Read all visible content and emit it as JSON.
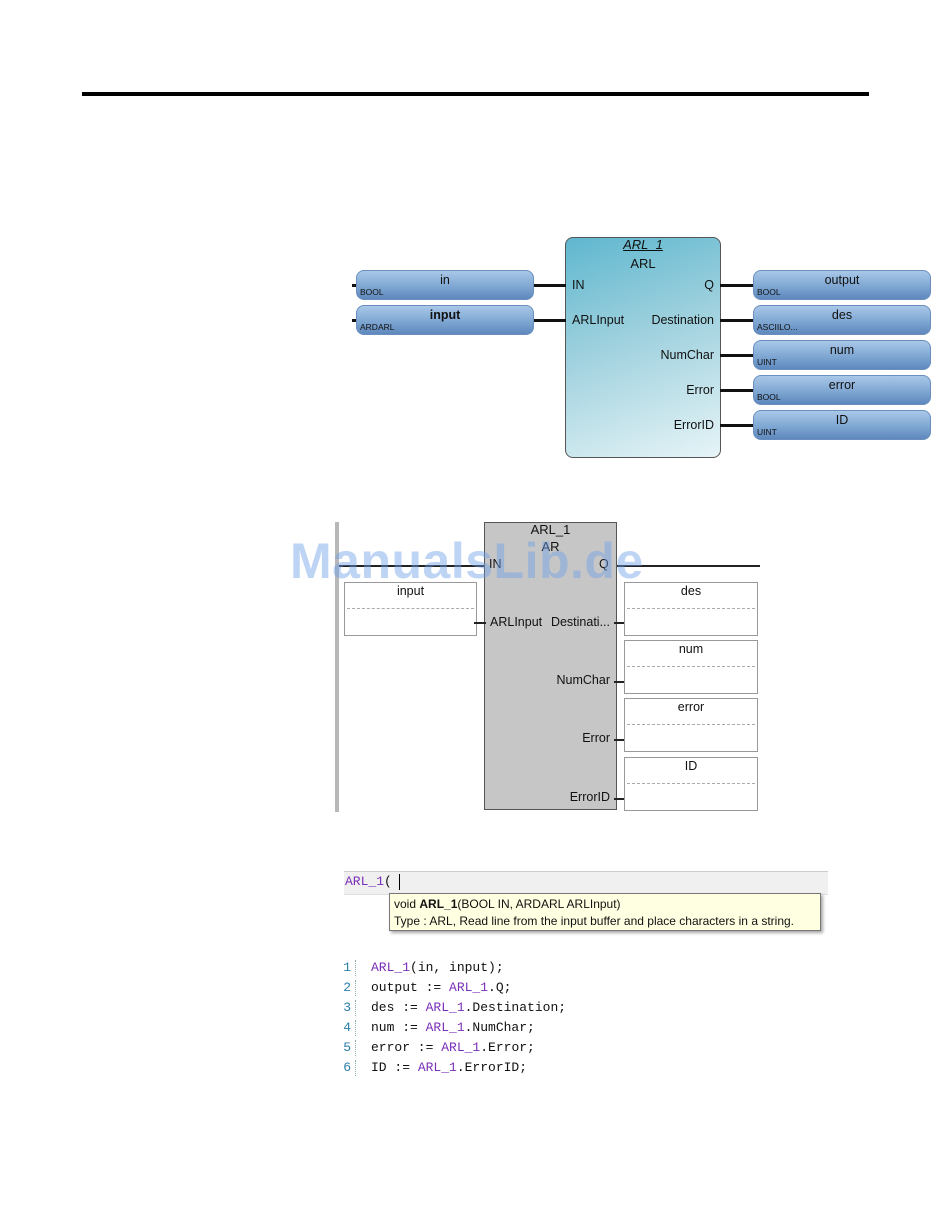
{
  "fbd": {
    "instance": "ARL_1",
    "type": "ARL",
    "inputs": [
      {
        "pin": "IN",
        "var": "in",
        "type": "BOOL"
      },
      {
        "pin": "ARLInput",
        "var": "input",
        "type": "ARDARL"
      }
    ],
    "outputs": [
      {
        "pin": "Q",
        "var": "output",
        "type": "BOOL"
      },
      {
        "pin": "Destination",
        "var": "des",
        "type": "ASCIILO..."
      },
      {
        "pin": "NumChar",
        "var": "num",
        "type": "UINT"
      },
      {
        "pin": "Error",
        "var": "error",
        "type": "BOOL"
      },
      {
        "pin": "ErrorID",
        "var": "ID",
        "type": "UINT"
      }
    ]
  },
  "ladder": {
    "instance": "ARL_1",
    "type": "AR",
    "in_pin": "IN",
    "q_pin": "Q",
    "input_pin": "ARLInput",
    "input_var": "input",
    "outputs": [
      {
        "pin": "Destinati...",
        "var": "des"
      },
      {
        "pin": "NumChar",
        "var": "num"
      },
      {
        "pin": "Error",
        "var": "error"
      },
      {
        "pin": "ErrorID",
        "var": "ID"
      }
    ],
    "watermark": "ManualsLib.de"
  },
  "editor": {
    "typed_name": "ARL_1",
    "typed_paren": "(",
    "tooltip_prefix": "void ",
    "tooltip_name": "ARL_1",
    "tooltip_signature": "(BOOL IN, ARDARL ARLInput)",
    "tooltip_line2": "Type : ARL, Read line from the input buffer and place characters in a string."
  },
  "code": [
    {
      "n": "1",
      "pre": "",
      "fb": "ARL_1",
      "post": "(in, input);"
    },
    {
      "n": "2",
      "pre": "output := ",
      "fb": "ARL_1",
      "post": ".Q;"
    },
    {
      "n": "3",
      "pre": "des := ",
      "fb": "ARL_1",
      "post": ".Destination;"
    },
    {
      "n": "4",
      "pre": "num := ",
      "fb": "ARL_1",
      "post": ".NumChar;"
    },
    {
      "n": "5",
      "pre": "error := ",
      "fb": "ARL_1",
      "post": ".Error;"
    },
    {
      "n": "6",
      "pre": "ID := ",
      "fb": "ARL_1",
      "post": ".ErrorID;"
    }
  ]
}
